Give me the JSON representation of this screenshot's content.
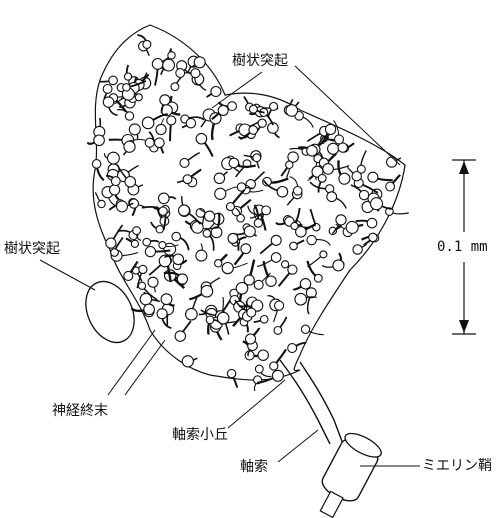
{
  "labels": {
    "dendrite_top": "樹状突起",
    "dendrite_left": "樹状突起",
    "nerve_terminals": "神経終末",
    "axon_hillock": "軸索小丘",
    "axon": "軸索",
    "myelin_sheath": "ミエリン鞘"
  },
  "scale_bar": {
    "label": "0.1 mm"
  },
  "colors": {
    "ink": "#111111",
    "background": "#ffffff"
  }
}
